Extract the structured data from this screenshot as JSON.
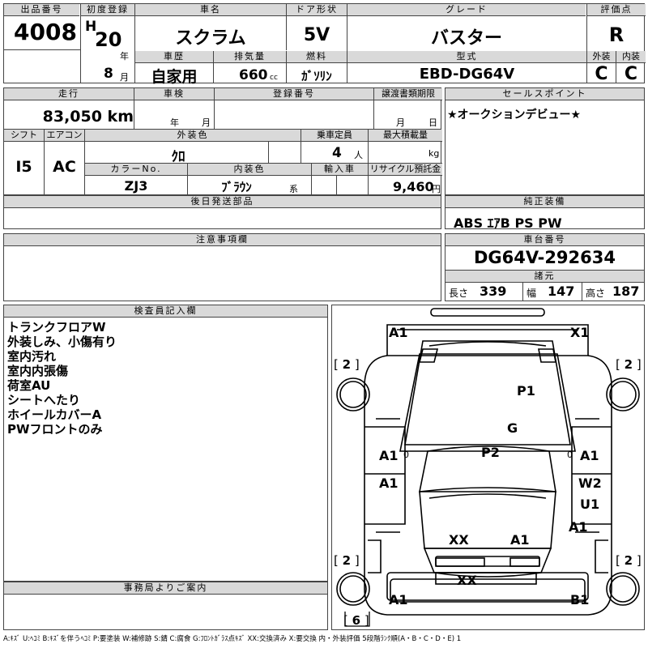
{
  "header": {
    "lot_label": "出品番号",
    "lot_number": "4008",
    "first_reg_label": "初度登録",
    "era": "H",
    "year": "20",
    "year_unit": "年",
    "month": "8",
    "month_unit": "月",
    "car_name_label": "車名",
    "car_name": "スクラム",
    "door_label": "ドア形状",
    "door": "5V",
    "grade_label": "グレード",
    "grade": "バスター",
    "score_label": "評価点",
    "score": "R",
    "history_label": "車歴",
    "history": "自家用",
    "displacement_label": "排気量",
    "displacement": "660",
    "displacement_unit": "cc",
    "fuel_label": "燃料",
    "fuel": "ｶﾞｿﾘﾝ",
    "model_label": "型式",
    "model": "EBD-DG64V",
    "exterior_label": "外装",
    "exterior": "C",
    "interior_label": "内装",
    "interior": "C"
  },
  "row2": {
    "mileage_label": "走行",
    "mileage": "83,050 km",
    "inspection_label": "車検",
    "insp_year_unit": "年",
    "insp_month_unit": "月",
    "reg_label": "登録番号",
    "deadline_label": "譲渡書類期限",
    "deadline_month_unit": "月",
    "deadline_day_unit": "日",
    "shift_label": "シフト",
    "shift": "I5",
    "ac_label": "エアコン",
    "ac": "AC",
    "ext_color_label": "外装色",
    "ext_color": "ｸﾛ",
    "capacity_label": "乗車定員",
    "capacity": "4",
    "capacity_unit": "人",
    "max_load_label": "最大積載量",
    "max_load_unit": "kg",
    "color_no_label": "カラーNo.",
    "color_no": "ZJ3",
    "int_color_label": "内装色",
    "int_color": "ﾌﾞﾗｳﾝ",
    "int_color_suffix": "系",
    "import_label": "輸入車",
    "recycle_label": "リサイクル預託金",
    "recycle": "9,460",
    "recycle_unit": "円"
  },
  "sales_point": {
    "label": "セールスポイント",
    "text": "★オークションデビュー★"
  },
  "later_parts": {
    "label": "後日発送部品"
  },
  "equipment": {
    "label": "純正装備",
    "text": "ABS ｴｱB PS PW"
  },
  "remarks": {
    "label": "注意事項欄"
  },
  "chassis": {
    "label": "車台番号",
    "number": "DG64V-292634"
  },
  "specs": {
    "label": "諸元",
    "length_label": "長さ",
    "length": "339",
    "width_label": "幅",
    "width": "147",
    "height_label": "高さ",
    "height": "187"
  },
  "inspector": {
    "label": "検査員記入欄",
    "notes": [
      "トランクフロアW",
      "外装しみ、小傷有り",
      "室内汚れ",
      "室内内張傷",
      "荷室AU",
      "シートへたり",
      "ホイールカバーA",
      "PWフロントのみ"
    ]
  },
  "office": {
    "label": "事務局よりご案内"
  },
  "diagram": {
    "labels": [
      "A1",
      "X1",
      "P1",
      "G",
      "A1",
      "A1",
      "P2",
      "A1",
      "W2",
      "U1",
      "A1",
      "XX",
      "A1",
      "XX",
      "A1",
      "B1"
    ],
    "tires": [
      "2",
      "2",
      "2",
      "2",
      "6"
    ],
    "zeros": [
      "0",
      "0"
    ]
  },
  "legend": "A:ｷｽﾞ U:ﾍｺﾐ B:ｷｽﾞを伴うﾍｺﾐ P:要塗装 W:補修跡 S:錆 C:腐食 G:ﾌﾛﾝﾄｶﾞﾗｽ点ｷｽﾞ XX:交換済み X:要交換  内・外装評価 5段階ﾗﾝｸ順(A・B・C・D・E) 1"
}
